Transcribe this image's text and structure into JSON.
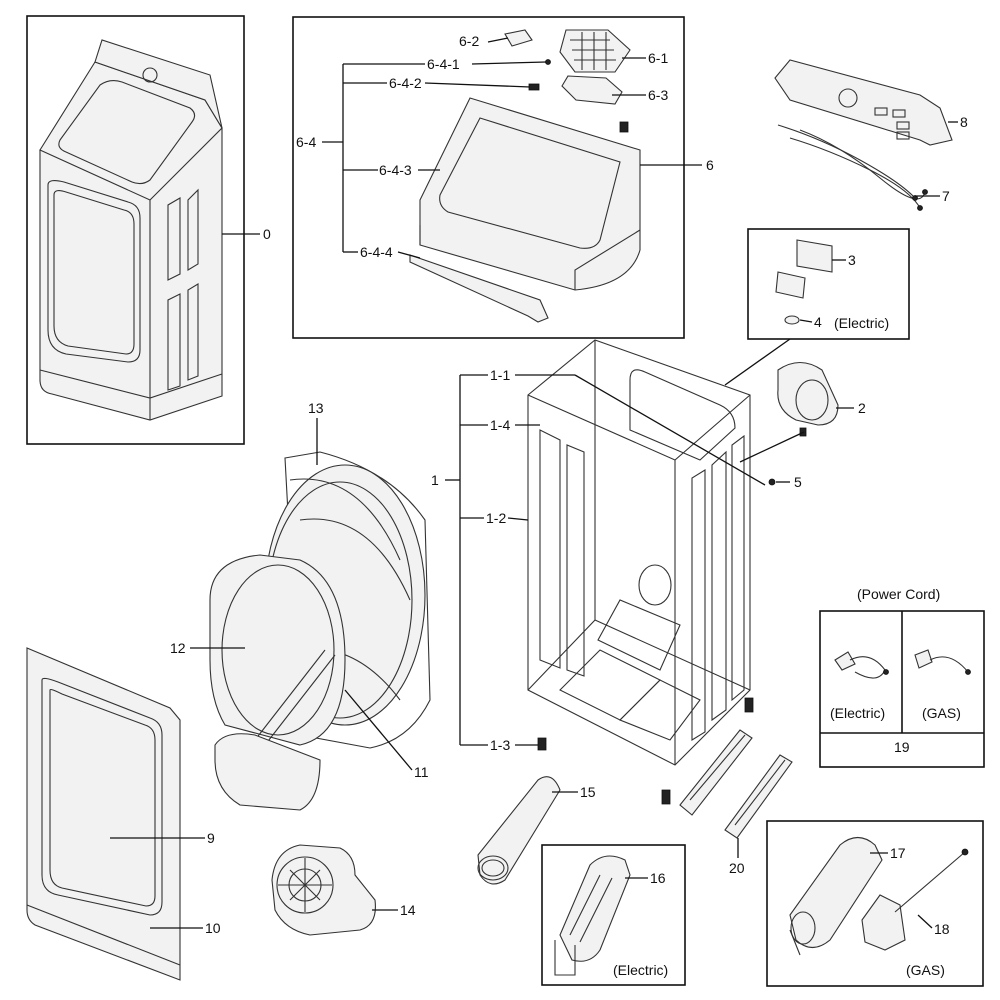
{
  "diagram": {
    "labels": {
      "n0": "0",
      "n1": "1",
      "n1_1": "1-1",
      "n1_2": "1-2",
      "n1_3": "1-3",
      "n1_4": "1-4",
      "n2": "2",
      "n3": "3",
      "n4": "4",
      "n5": "5",
      "n6": "6",
      "n6_1": "6-1",
      "n6_2": "6-2",
      "n6_3": "6-3",
      "n6_4": "6-4",
      "n6_4_1": "6-4-1",
      "n6_4_2": "6-4-2",
      "n6_4_3": "6-4-3",
      "n6_4_4": "6-4-4",
      "n7": "7",
      "n8": "8",
      "n9": "9",
      "n10": "10",
      "n11": "11",
      "n12": "12",
      "n13": "13",
      "n14": "14",
      "n15": "15",
      "n16": "16",
      "n17": "17",
      "n18": "18",
      "n19": "19",
      "n20": "20"
    },
    "notes": {
      "electric_box3": "(Electric)",
      "power_cord": "(Power Cord)",
      "electric_cord": "(Electric)",
      "gas_cord": "(GAS)",
      "electric_box16": "(Electric)",
      "gas_box17": "(GAS)"
    },
    "colors": {
      "line": "#111111",
      "part_fill": "#f2f2f2",
      "background": "#ffffff"
    }
  }
}
